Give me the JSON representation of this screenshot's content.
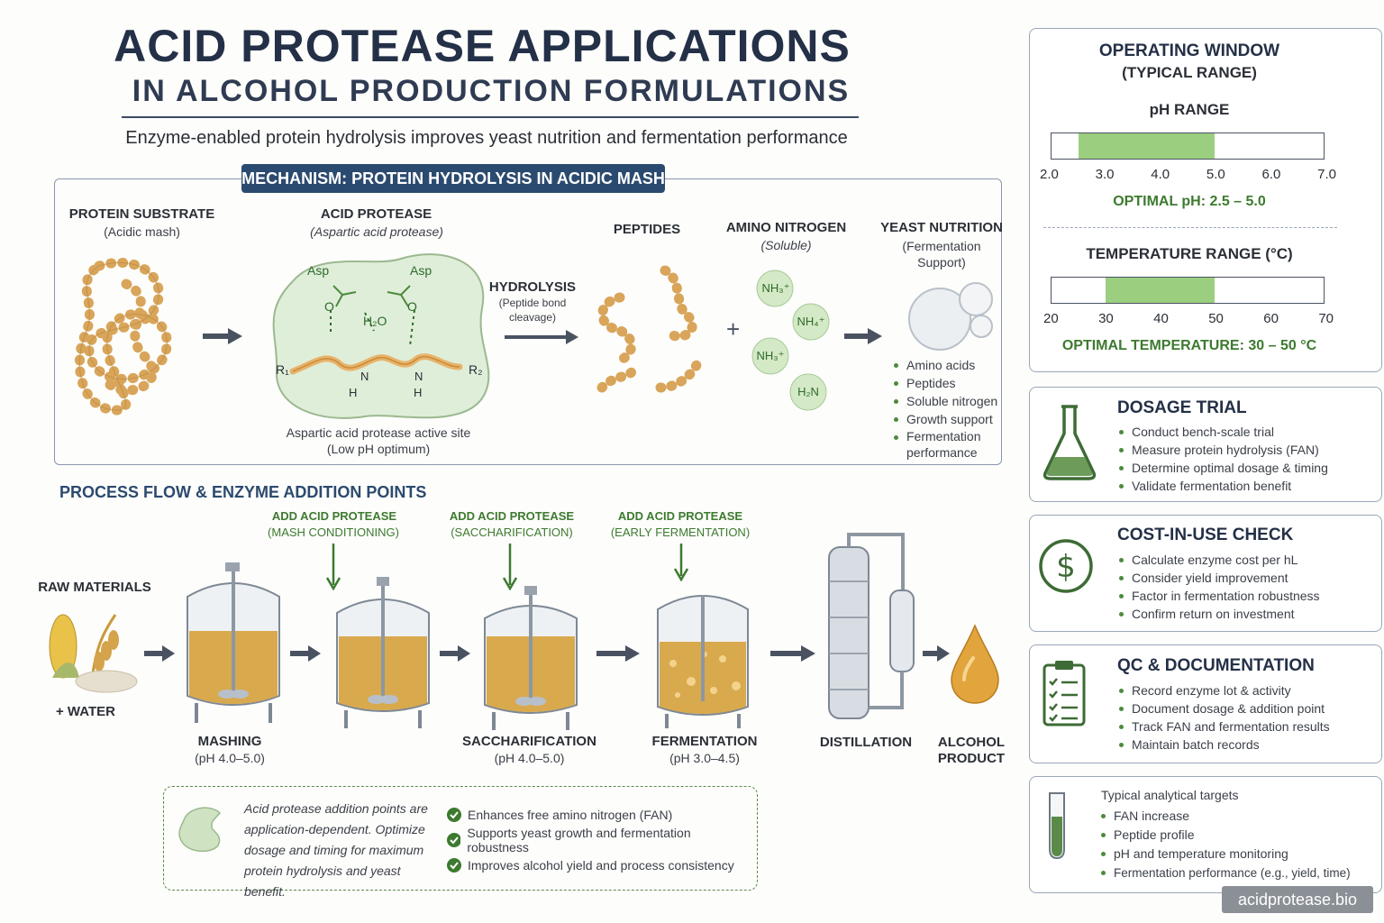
{
  "header": {
    "title_line1": "ACID PROTEASE APPLICATIONS",
    "title_line2": "IN ALCOHOL PRODUCTION FORMULATIONS",
    "subtitle": "Enzyme-enabled protein hydrolysis improves yeast nutrition and fermentation performance"
  },
  "mechanism": {
    "label": "MECHANISM: PROTEIN HYDROLYSIS IN ACIDIC MASH",
    "substrate_title": "PROTEIN SUBSTRATE",
    "substrate_sub": "(Acidic mash)",
    "enzyme_title": "ACID PROTEASE",
    "enzyme_sub": "(Aspartic acid protease)",
    "asp_left": "Asp",
    "asp_right": "Asp",
    "water": "H₂O",
    "r1": "R₁",
    "r2": "R₂",
    "o_label": "O",
    "n_label": "N",
    "h_label": "H",
    "active_site_line1": "Aspartic acid protease active site",
    "active_site_line2": "(Low pH optimum)",
    "hydrolysis_title": "HYDROLYSIS",
    "hydrolysis_sub1": "(Peptide bond",
    "hydrolysis_sub2": "cleavage)",
    "peptides_title": "PEPTIDES",
    "plus": "+",
    "amino_title": "AMINO NITROGEN",
    "amino_sub": "(Soluble)",
    "ions": [
      "NH₃⁺",
      "NH₄⁺",
      "NH₃⁺",
      "H₂N"
    ],
    "yeast_title": "YEAST NUTRITION",
    "yeast_sub1": "(Fermentation",
    "yeast_sub2": "Support)",
    "yeast_items": [
      "Amino acids",
      "Peptides",
      "Soluble nitrogen",
      "Growth support",
      "Fermentation performance"
    ]
  },
  "process": {
    "section_title": "PROCESS FLOW & ENZYME ADDITION POINTS",
    "raw_materials": "RAW MATERIALS",
    "water": "+ WATER",
    "additions": [
      {
        "label": "ADD ACID PROTEASE",
        "sub": "(MASH CONDITIONING)"
      },
      {
        "label": "ADD ACID PROTEASE",
        "sub": "(SACCHARIFICATION)"
      },
      {
        "label": "ADD ACID PROTEASE",
        "sub": "(EARLY FERMENTATION)"
      }
    ],
    "stages": [
      {
        "name": "MASHING",
        "ph": "(pH 4.0–5.0)"
      },
      {
        "name": "SACCHARIFICATION",
        "ph": "(pH 4.0–5.0)"
      },
      {
        "name": "FERMENTATION",
        "ph": "(pH 3.0–4.5)"
      },
      {
        "name": "DISTILLATION",
        "ph": ""
      },
      {
        "name": "ALCOHOL",
        "ph": "PRODUCT"
      }
    ],
    "note_lines": [
      "Acid protease addition points are",
      "application-dependent. Optimize",
      "dosage and timing for maximum",
      "protein hydrolysis and yeast benefit."
    ],
    "benefits": [
      "Enhances free amino nitrogen (FAN)",
      "Supports yeast growth and fermentation robustness",
      "Improves alcohol yield and process consistency"
    ]
  },
  "operating_window": {
    "title_line1": "OPERATING WINDOW",
    "title_line2": "(TYPICAL RANGE)",
    "ph_title": "pH RANGE",
    "ph_ticks": [
      "2.0",
      "3.0",
      "4.0",
      "5.0",
      "6.0",
      "7.0"
    ],
    "ph_optimal_label": "OPTIMAL pH: 2.5 – 5.0",
    "ph_scale_min": 2.0,
    "ph_scale_max": 7.0,
    "ph_opt_min": 2.5,
    "ph_opt_max": 5.0,
    "temp_title": "TEMPERATURE RANGE (°C)",
    "temp_ticks": [
      "20",
      "30",
      "40",
      "50",
      "60",
      "70"
    ],
    "temp_optimal_label": "OPTIMAL TEMPERATURE: 30 – 50 °C",
    "temp_scale_min": 20,
    "temp_scale_max": 70,
    "temp_opt_min": 30,
    "temp_opt_max": 50
  },
  "dosage_trial": {
    "title": "DOSAGE TRIAL",
    "items": [
      "Conduct bench-scale trial",
      "Measure protein hydrolysis (FAN)",
      "Determine optimal dosage & timing",
      "Validate fermentation benefit"
    ]
  },
  "cost_check": {
    "title": "COST-IN-USE CHECK",
    "items": [
      "Calculate enzyme cost per hL",
      "Consider yield improvement",
      "Factor in fermentation robustness",
      "Confirm return on investment"
    ]
  },
  "qc": {
    "title": "QC & DOCUMENTATION",
    "items": [
      "Record enzyme lot & activity",
      "Document dosage & addition point",
      "Track FAN and fermentation results",
      "Maintain batch records"
    ]
  },
  "analytical": {
    "title": "Typical analytical targets",
    "items": [
      "FAN increase",
      "Peptide profile",
      "pH and temperature monitoring",
      "Fermentation performance (e.g., yield, time)"
    ]
  },
  "footer": {
    "brand": "acidprotease.bio"
  },
  "colors": {
    "navy": "#243047",
    "accent_blue": "#2b4a6f",
    "green": "#3d7a2f",
    "optimal_fill": "#9bcf7f",
    "mash": "#d9a94e"
  },
  "icons": [
    "arrow-right-icon",
    "arrow-down-icon",
    "flask-icon",
    "dollar-icon",
    "clipboard-icon",
    "test-tube-icon",
    "enzyme-icon",
    "check-icon",
    "droplet-icon",
    "grain-icon",
    "yeast-icon"
  ]
}
